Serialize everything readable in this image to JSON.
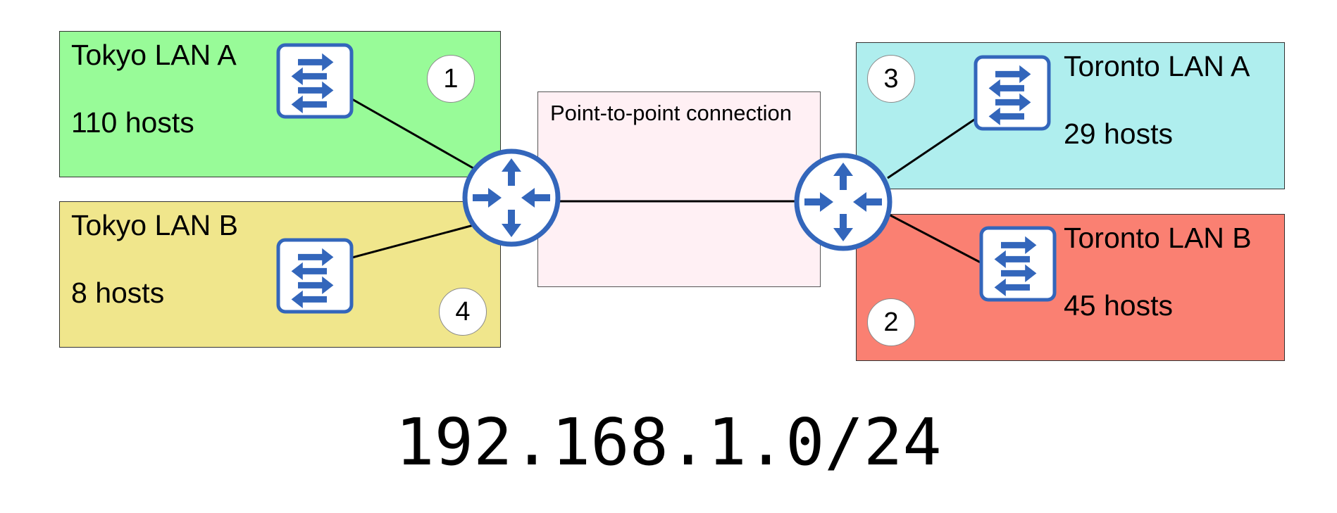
{
  "colors": {
    "tokyo_a": "#98fb98",
    "tokyo_b": "#f0e68c",
    "toronto_a": "#afeeee",
    "toronto_b": "#fa8072",
    "p2p": "#fff0f4",
    "icon_blue": "#3366bb"
  },
  "icons": {
    "switch": "switch-icon",
    "router": "router-icon"
  },
  "lans": {
    "tokyo_a": {
      "name": "Tokyo LAN A",
      "hosts": "110 hosts",
      "badge": "1"
    },
    "tokyo_b": {
      "name": "Tokyo LAN B",
      "hosts": "8 hosts",
      "badge": "4"
    },
    "toronto_a": {
      "name": "Toronto LAN A",
      "hosts": "29 hosts",
      "badge": "3"
    },
    "toronto_b": {
      "name": "Toronto LAN B",
      "hosts": "45 hosts",
      "badge": "2"
    }
  },
  "p2p": {
    "label": "Point-to-point connection"
  },
  "subnet": "192.168.1.0/24"
}
